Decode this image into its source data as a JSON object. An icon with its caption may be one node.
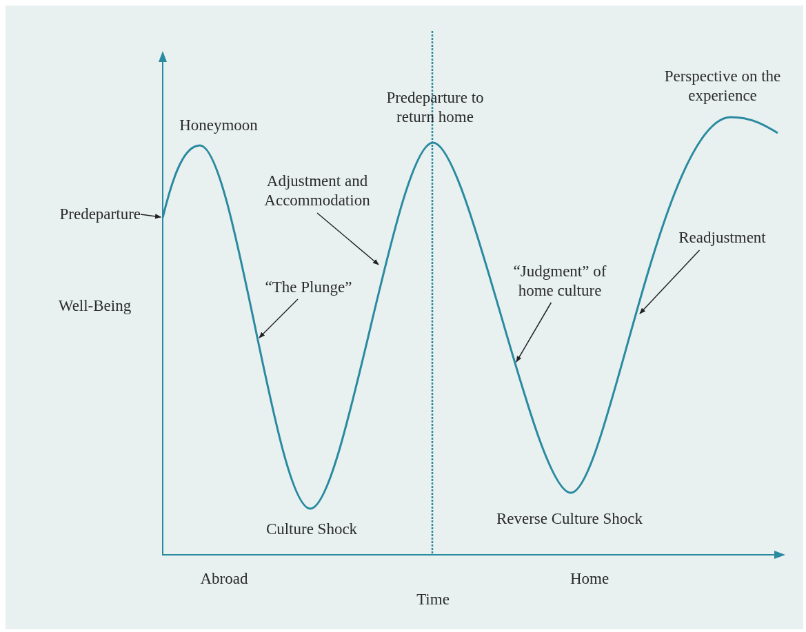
{
  "diagram": {
    "nodes": [
      {
        "text": [
          "Predeparture"
        ]
      },
      {
        "text": [
          "“The Plunge”"
        ]
      },
      {
        "text": [
          "Adjustment and Accommodation"
        ]
      },
      {
        "text": [
          "“Judgment” of home culture"
        ]
      },
      {
        "text": [
          "Readjustment"
        ]
      }
    ],
    "edges": [
      {
        "from": 0,
        "to": null,
        "arrow": "to"
      },
      {
        "from": 1,
        "to": null,
        "arrow": "to"
      },
      {
        "from": 2,
        "to": null,
        "arrow": "to"
      },
      {
        "from": 3,
        "to": null,
        "arrow": "to"
      },
      {
        "from": 4,
        "to": null,
        "arrow": "to"
      }
    ],
    "labels": [
      "Perspective on the experience",
      "Predeparture to return home",
      "Honeymoon",
      "Well-Being",
      "Culture Shock",
      "Reverse Culture Shock",
      "Abroad",
      "Home",
      "Time"
    ]
  }
}
